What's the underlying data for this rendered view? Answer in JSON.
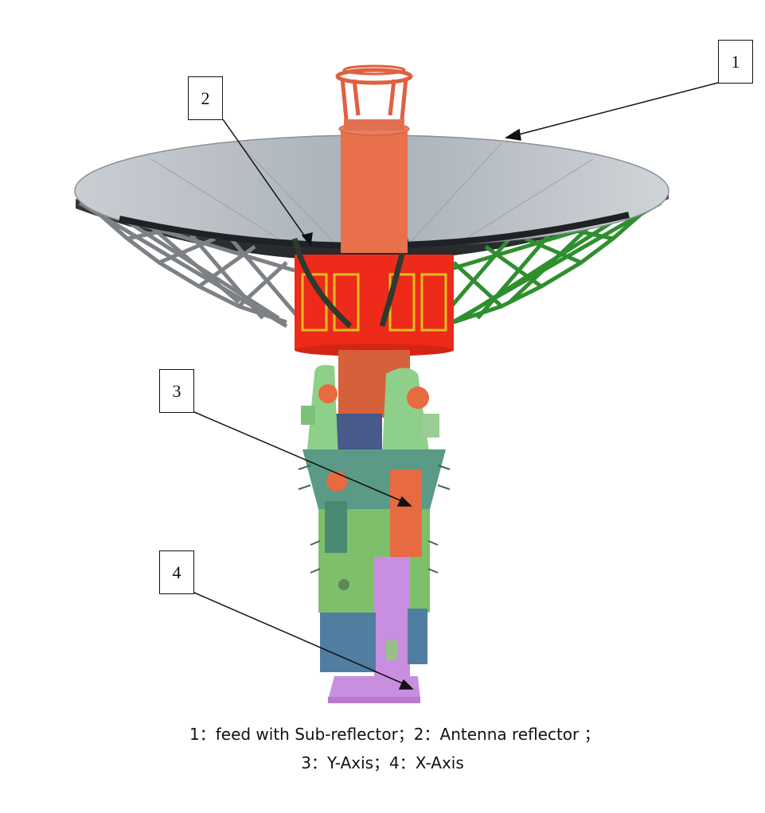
{
  "callouts": [
    {
      "number": "1"
    },
    {
      "number": "2"
    },
    {
      "number": "3"
    },
    {
      "number": "4"
    }
  ],
  "caption": {
    "line1": "1：feed with Sub-reflector；2：Antenna reflector ；",
    "line2": "3：Y-Axis；4：X-Axis"
  },
  "colors": {
    "reflector_surface": "#b9c0c6",
    "truss_grey": "#8e9296",
    "truss_green": "#2f8f2f",
    "hub_red": "#ee2a1a",
    "feed_orange": "#e8704a",
    "mount_green": "#7fc07a",
    "mount_teal": "#5aa08a",
    "base_blue": "#4f7ea0",
    "base_purple": "#c88ee0"
  }
}
